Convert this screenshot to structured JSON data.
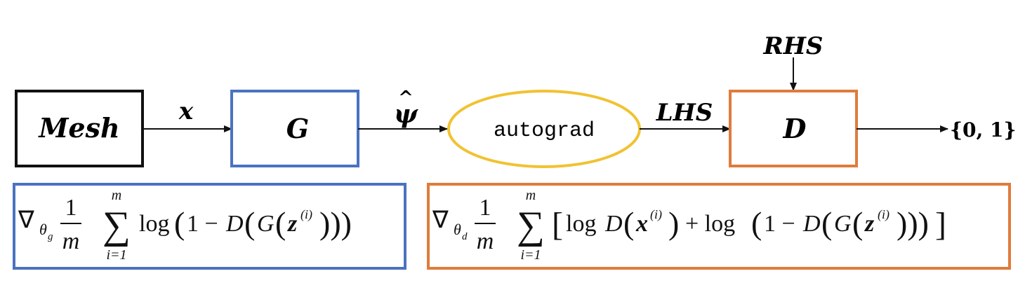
{
  "colors": {
    "black": "#111111",
    "blue": "#4a72c0",
    "orange": "#e07b3c",
    "yellow": "#f1c232"
  },
  "nodes": {
    "mesh": "Mesh",
    "generator": "G",
    "autograd": "autograd",
    "discriminator": "D"
  },
  "edges": {
    "x": "x",
    "psi": "ψ",
    "psi_hat": "^",
    "lhs": "LHS",
    "rhs": "RHS",
    "output": "{0, 1}"
  },
  "formulas": {
    "generator_loss": {
      "nabla": "∇",
      "theta": "θ",
      "theta_sub": "g",
      "frac_num": "1",
      "frac_den": "m",
      "sum": "∑",
      "sum_top": "m",
      "sum_bottom": "i=1",
      "body_a": "log",
      "body_b": "1 − ",
      "body_c": "D",
      "body_d": "G",
      "body_e": "z",
      "body_f": "(i)"
    },
    "discriminator_loss": {
      "nabla": "∇",
      "theta": "θ",
      "theta_sub": "d",
      "frac_num": "1",
      "frac_den": "m",
      "sum": "∑",
      "sum_top": "m",
      "sum_bottom": "i=1",
      "body_a": "log",
      "body_b": "D",
      "body_c": "x",
      "body_d": "(i)",
      "body_e": "+ log",
      "body_f": "1 − ",
      "body_g": "D",
      "body_h": "G",
      "body_i": "z",
      "body_j": "(i)"
    }
  }
}
